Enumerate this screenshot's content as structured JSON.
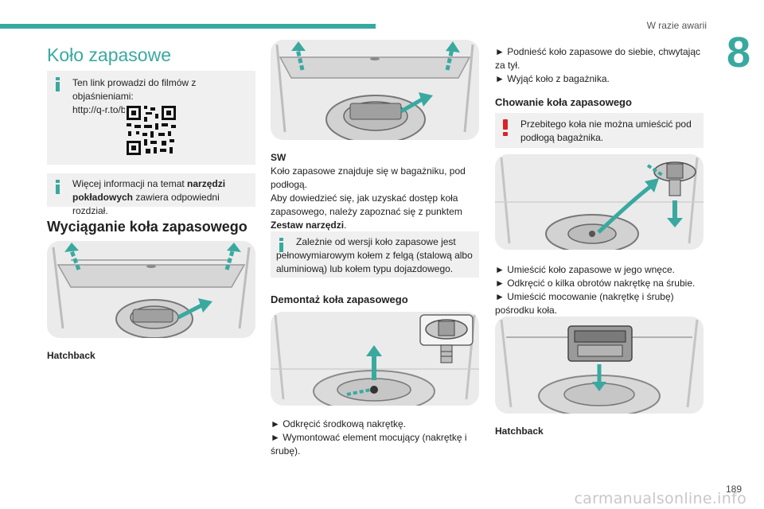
{
  "header": {
    "section_title": "W razie awarii",
    "chapter_number": "8",
    "page_number": "189",
    "watermark": "carmanualsonline.info"
  },
  "colors": {
    "accent": "#39a9a0",
    "warning": "#d8232a",
    "box_background": "#f0f0f0"
  },
  "column1": {
    "title": "Koło zapasowe",
    "video_box": {
      "icon": "info-icon",
      "line1": "Ten link prowadzi do filmów z objaśnieniami:",
      "line2": "http://q-r.to/bagGl9"
    },
    "tools_box": {
      "icon": "info-icon",
      "prefix": "Więcej informacji na temat ",
      "bold": "narzędzi pokładowych",
      "suffix": " zawiera odpowiedni rozdział."
    },
    "heading": "Wyciąganie koła zapasowego",
    "figure_caption": "Hatchback"
  },
  "column2": {
    "sw_label": "SW",
    "sw_text_1": "Koło zapasowe znajduje się w bagażniku, pod podłogą.",
    "sw_text_2_prefix": "Aby dowiedzieć się, jak uzyskać dostęp koła zapasowego, należy zapoznać się z punktem ",
    "sw_text_2_bold": "Zestaw narzędzi",
    "sw_text_2_suffix": ".",
    "wheel_box": {
      "icon": "info-icon",
      "text": "Zależnie od wersji koło zapasowe jest pełnowymiarowym kołem z felgą (stalową albo aluminiową) lub kołem typu dojazdowego."
    },
    "heading": "Demontaż koła zapasowego",
    "steps": [
      "Odkręcić środkową nakrętkę.",
      "Wymontować element mocujący (nakrętkę i śrubę)."
    ]
  },
  "column3": {
    "steps_top": [
      "Podnieść koło zapasowe do siebie, chwytając za tył.",
      "Wyjąć koło z bagażnika."
    ],
    "heading": "Chowanie koła zapasowego",
    "warning_box": {
      "icon": "warning-icon",
      "text": "Przebitego koła nie można umieścić pod podłogą bagażnika."
    },
    "steps_bottom": [
      "Umieścić koło zapasowe w jego wnęce.",
      "Odkręcić o kilka obrotów nakrętkę na śrubie.",
      "Umieścić mocowanie (nakrętkę i śrubę) pośrodku koła."
    ],
    "figure_caption": "Hatchback"
  }
}
